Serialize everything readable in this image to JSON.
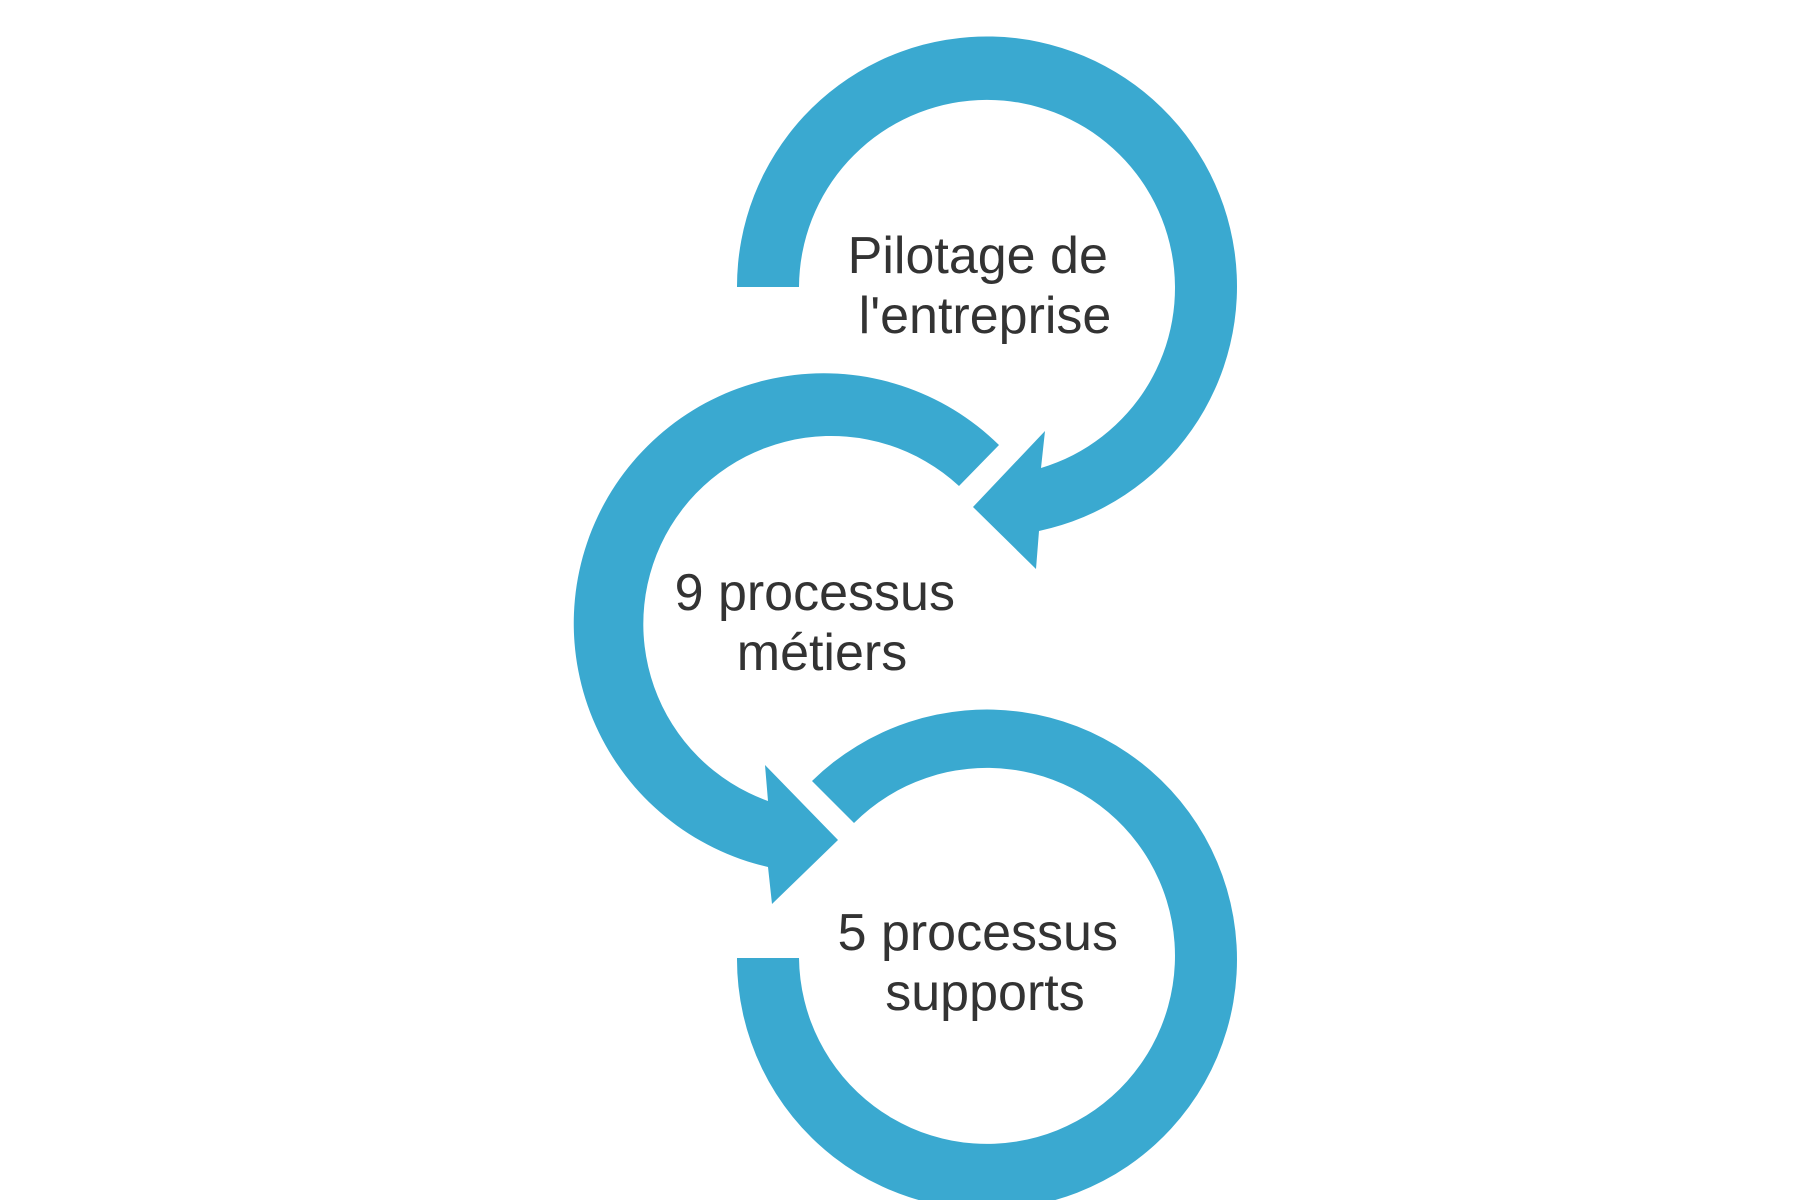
{
  "diagram": {
    "accent_color": "#3AA9D0",
    "text_color": "#333333",
    "nodes": [
      {
        "line1": "Pilotage de",
        "line2": "l'entreprise"
      },
      {
        "line1": "9 processus",
        "line2": "métiers"
      },
      {
        "line1": "5 processus",
        "line2": "supports"
      }
    ]
  }
}
